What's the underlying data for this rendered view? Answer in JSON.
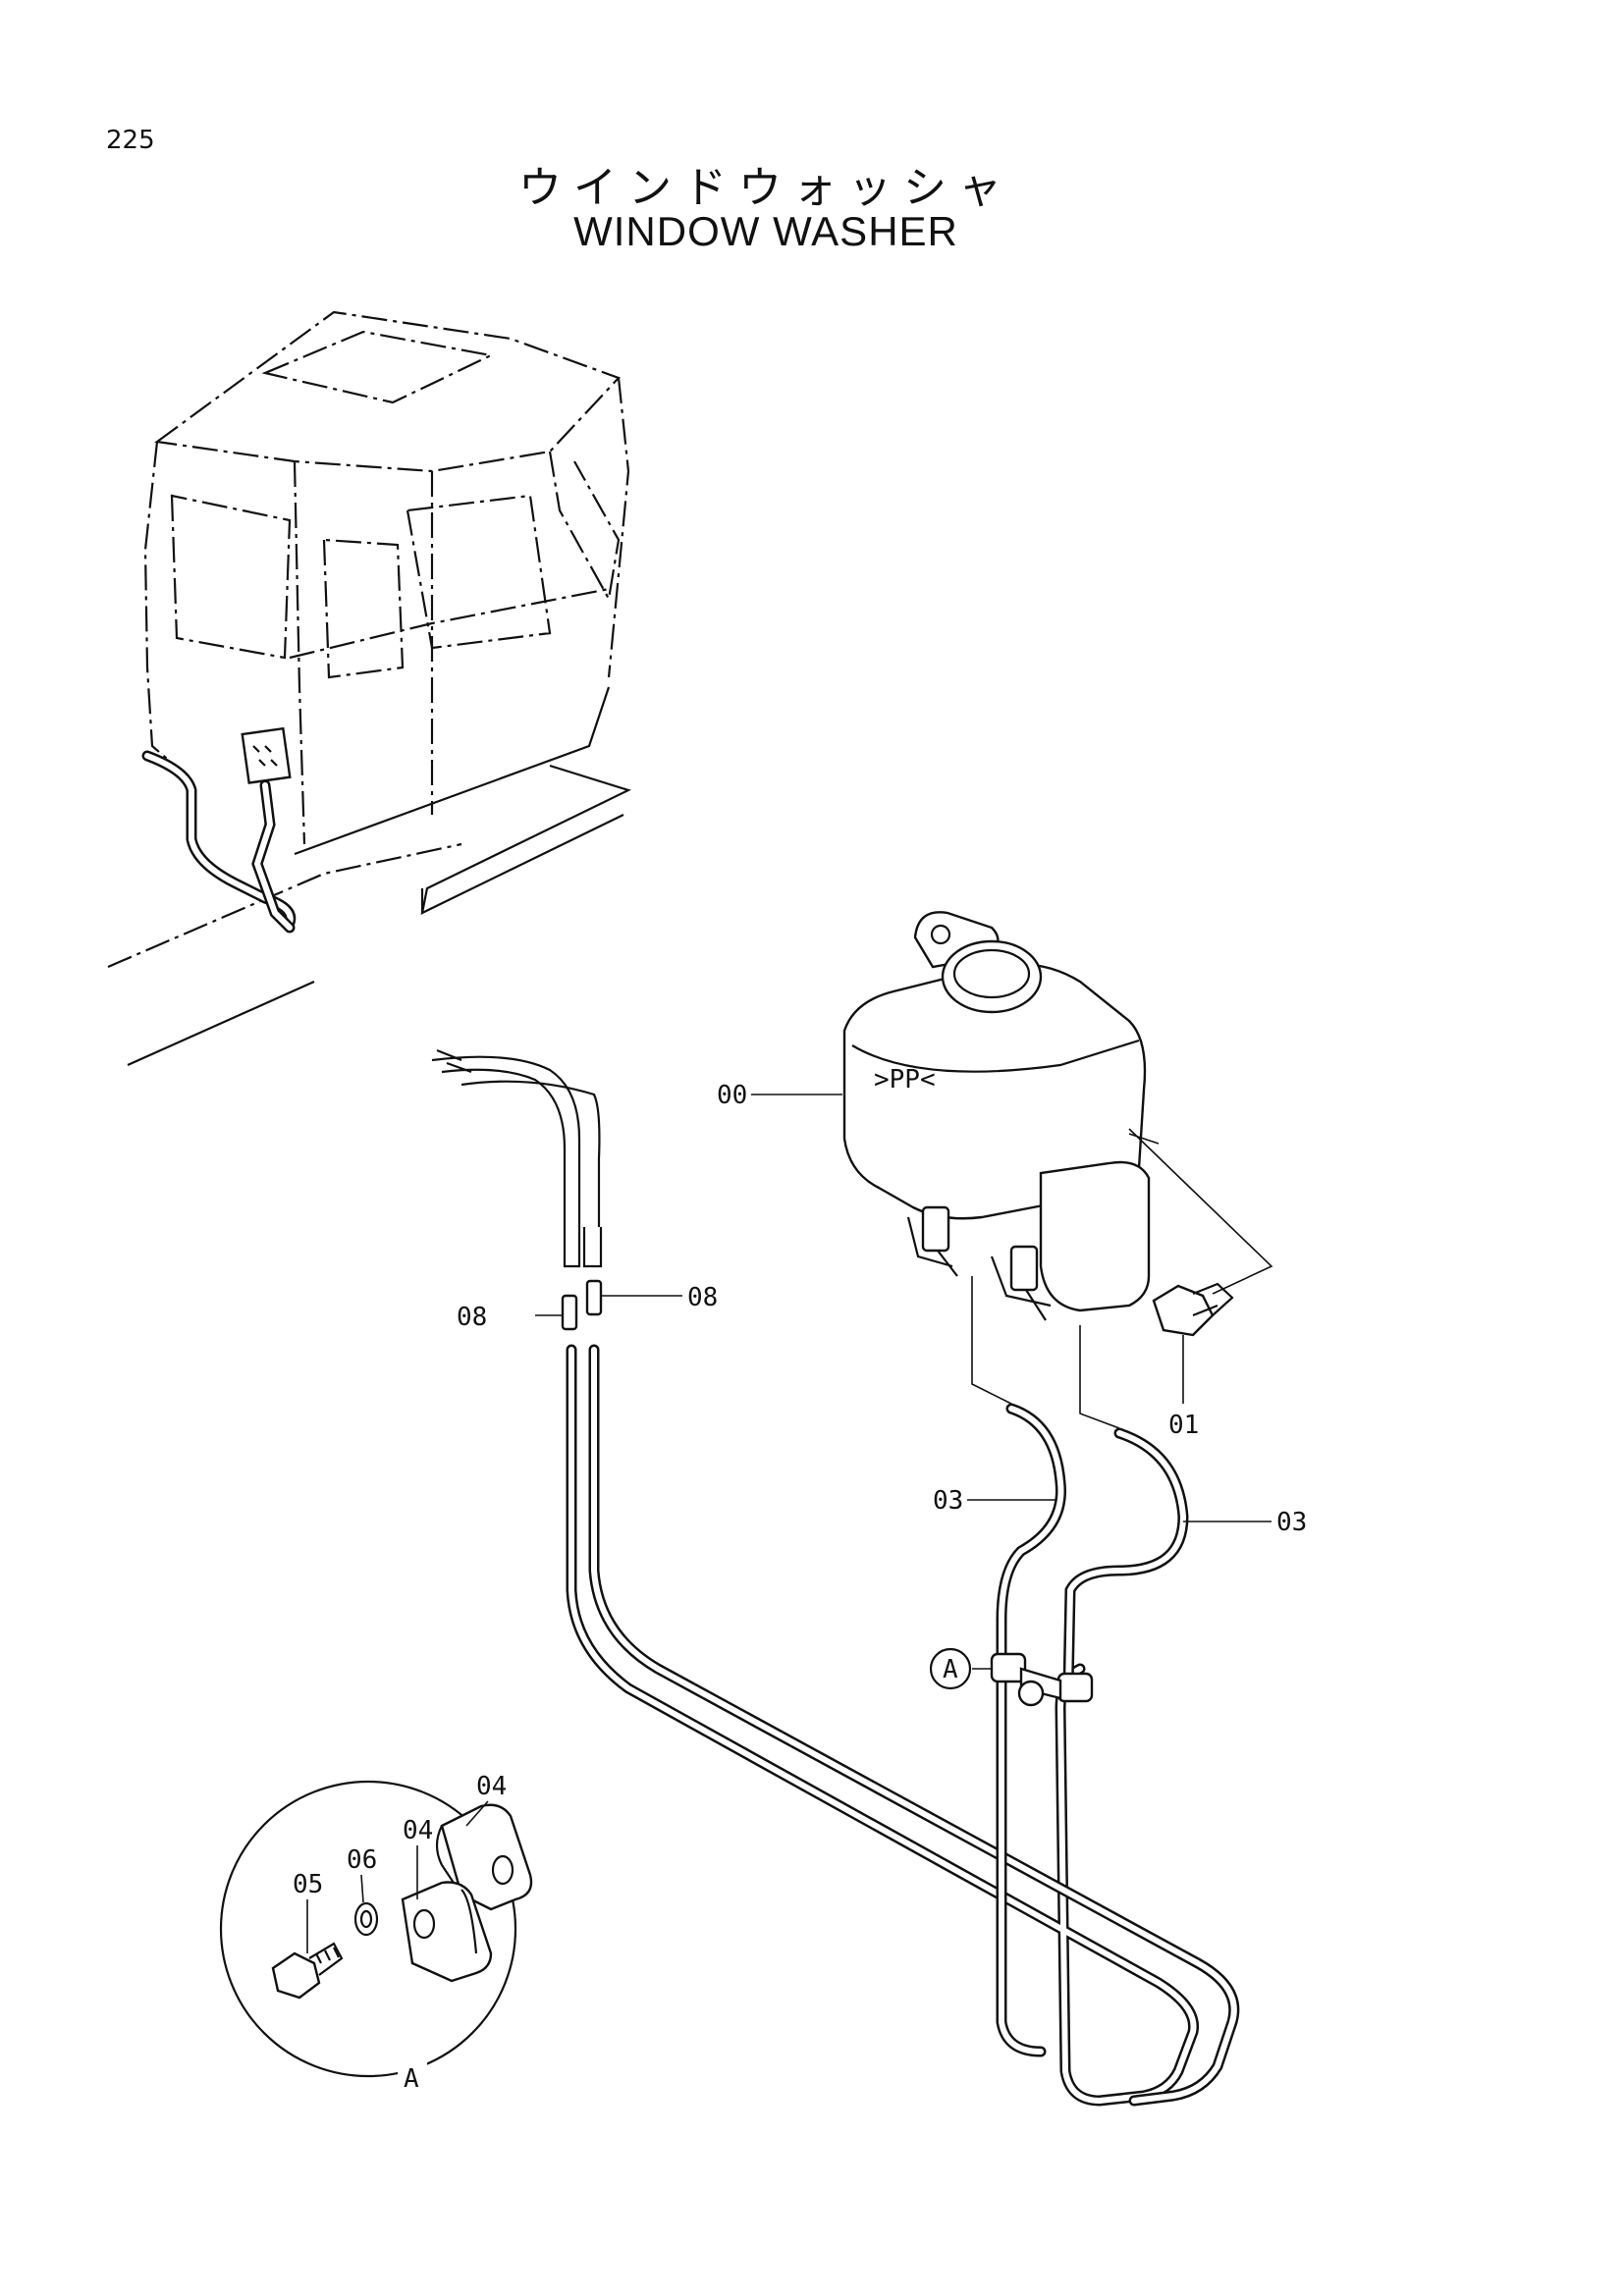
{
  "page_number": "225",
  "title_jp": "ウインドウォッシャ",
  "title_en": "WINDOW  WASHER",
  "callouts": {
    "tank": "00",
    "bolt": "01",
    "hose_left": "03",
    "hose_right": "03",
    "clamp_upper": "04",
    "clamp_lower": "04",
    "clamp_bolt": "05",
    "washer": "06",
    "joint_left": "08",
    "joint_right": "08",
    "detail_ref": "A",
    "detail_label": "A"
  },
  "tank_marking": ">PP<"
}
